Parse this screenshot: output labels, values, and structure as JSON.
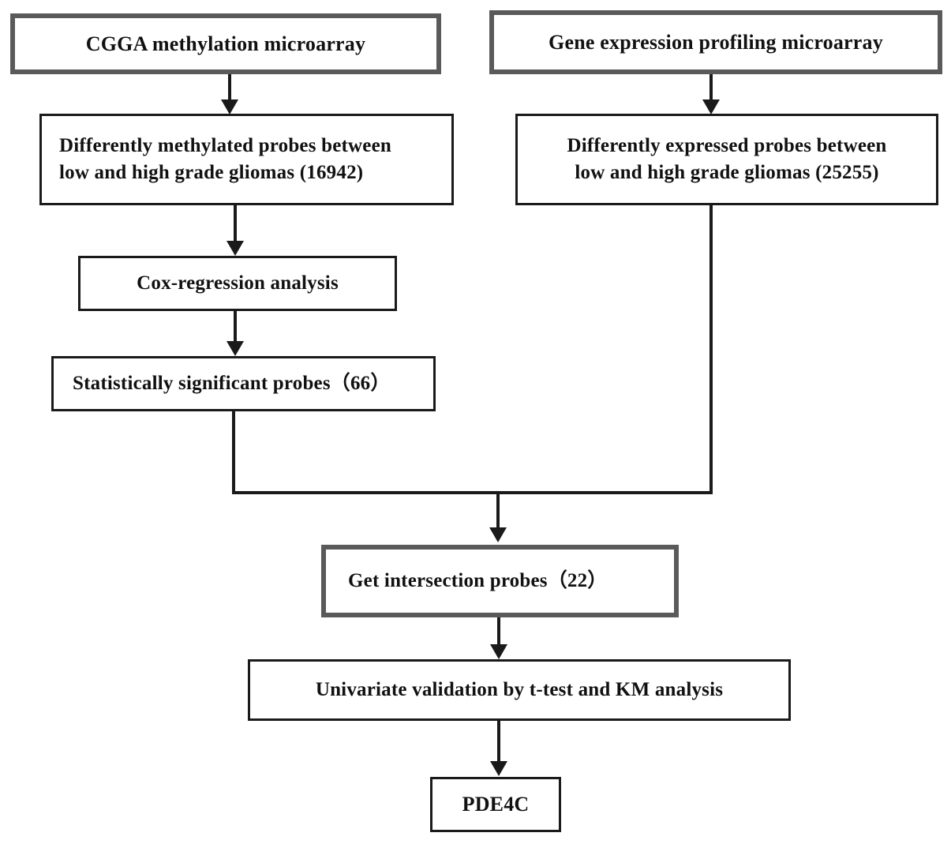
{
  "diagram": {
    "title": "Study workflow flowchart",
    "colors": {
      "thick_border": "#5a5a5a",
      "thin_border": "#1a1a1a",
      "connector": "#1a1a1a",
      "background": "#ffffff",
      "text": "#111111"
    },
    "nodes": [
      {
        "id": "cgga-methylation-microarray",
        "label": "CGGA   methylation microarray"
      },
      {
        "id": "gene-expression-microarray",
        "label": "Gene expression profiling microarray"
      },
      {
        "id": "methylated-probes",
        "label": "Differently methylated probes between low and high grade gliomas (16942)",
        "line1": "Differently methylated probes between",
        "line2": "low and high grade gliomas (16942)"
      },
      {
        "id": "expressed-probes",
        "label": "Differently expressed probes between low and high grade gliomas  (25255)",
        "line1": "Differently expressed probes between",
        "line2": "low and high grade gliomas  (25255)"
      },
      {
        "id": "cox-regression-analysis",
        "label": "Cox-regression analysis"
      },
      {
        "id": "significant-probes",
        "label": "Statistically significant probes（66）"
      },
      {
        "id": "intersection-probes",
        "label": "Get intersection probes（22）"
      },
      {
        "id": "univariate-validation",
        "label": "Univariate validation by t-test and KM analysis"
      },
      {
        "id": "pde4c",
        "label": "PDE4C"
      }
    ],
    "edges": [
      {
        "from": "cgga-methylation-microarray",
        "to": "methylated-probes",
        "type": "arrow-down"
      },
      {
        "from": "gene-expression-microarray",
        "to": "expressed-probes",
        "type": "arrow-down"
      },
      {
        "from": "methylated-probes",
        "to": "cox-regression-analysis",
        "type": "arrow-down"
      },
      {
        "from": "cox-regression-analysis",
        "to": "significant-probes",
        "type": "arrow-down"
      },
      {
        "from": "significant-probes",
        "to": "merge-junction",
        "type": "elbow"
      },
      {
        "from": "expressed-probes",
        "to": "merge-junction",
        "type": "elbow"
      },
      {
        "from": "merge-junction",
        "to": "intersection-probes",
        "type": "arrow-down"
      },
      {
        "from": "intersection-probes",
        "to": "univariate-validation",
        "type": "arrow-down"
      },
      {
        "from": "univariate-validation",
        "to": "pde4c",
        "type": "arrow-down"
      }
    ]
  }
}
